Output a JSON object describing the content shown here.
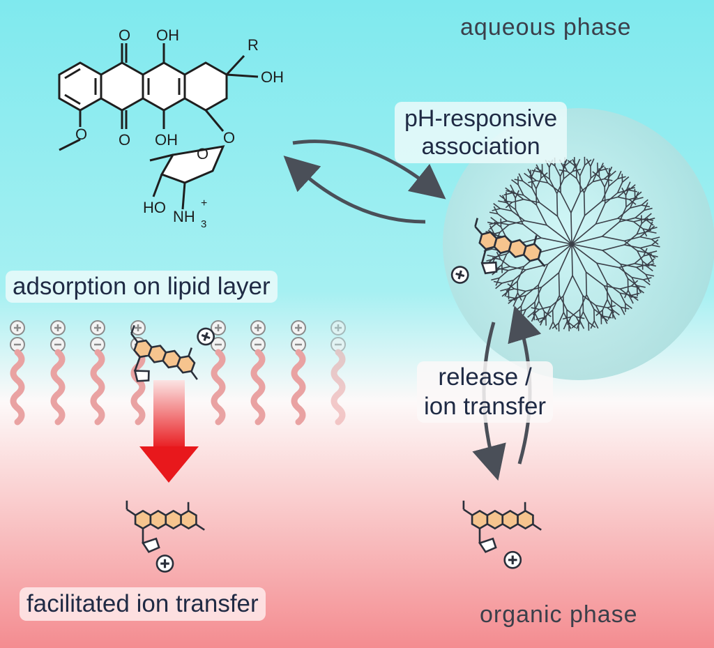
{
  "phases": {
    "aqueous": "aqueous phase",
    "organic": "organic phase"
  },
  "molecule": {
    "o_top": "O",
    "oh_top": "OH",
    "r": "R",
    "oh_right": "OH",
    "o_bottom": "O",
    "oh_bottom": "OH",
    "o_link": "O",
    "o_ring": "O",
    "ho": "HO",
    "nh3": "NH",
    "nh3_sub": "3",
    "plus": "+"
  },
  "labels": {
    "association_line1": "pH-responsive",
    "association_line2": "association",
    "adsorption": "adsorption on lipid layer",
    "release_line1": "release /",
    "release_line2": "ion transfer",
    "facilitated": "facilitated ion transfer"
  },
  "colors": {
    "aqueous_top": "#7fe8ec",
    "interface": "#ffffff",
    "organic_bottom": "#f48a8e",
    "ring_fill": "#f6c48e",
    "arrow_red": "#e8181c",
    "ink": "#2a2f3a"
  },
  "icons": [
    "plus-circle-icon",
    "minus-circle-icon",
    "cycle-arrow-icon"
  ]
}
